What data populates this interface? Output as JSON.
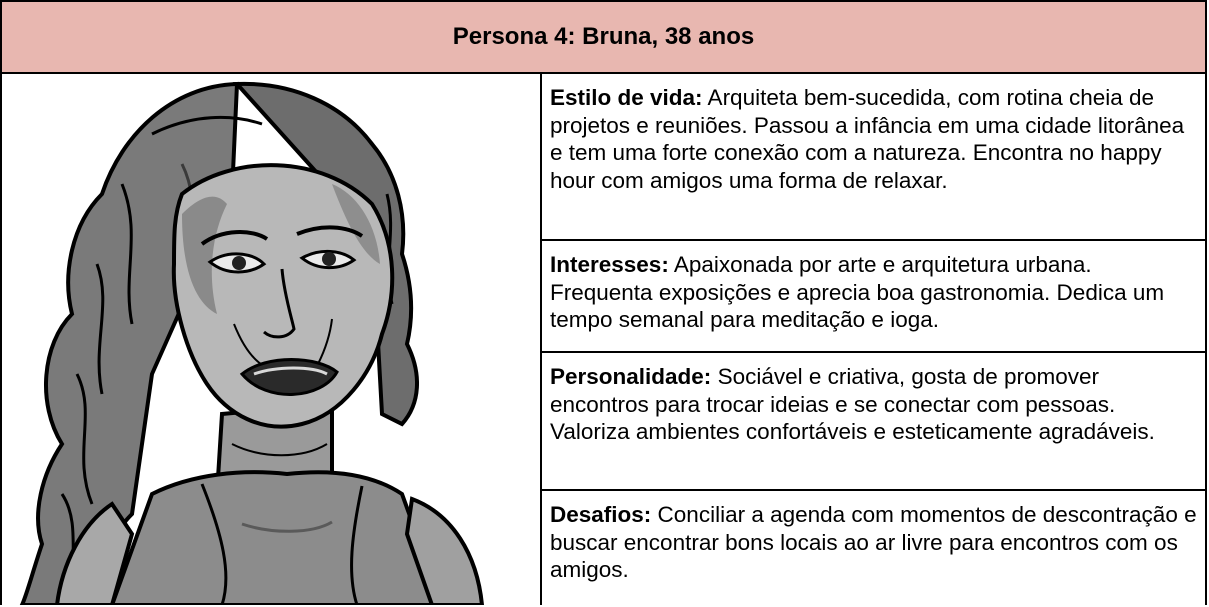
{
  "header": {
    "title": "Persona 4: Bruna, 38 anos"
  },
  "portrait": {
    "icon": "woman-portrait-illustration"
  },
  "rows": [
    {
      "label": "Estilo de vida:",
      "text": " Arquiteta bem-sucedida, com rotina cheia de projetos e reuniões. Passou a infância em uma cidade litorânea e tem uma forte conexão com a natureza. Encontra no happy hour com amigos uma forma de relaxar."
    },
    {
      "label": "Interesses:",
      "text": " Apaixonada por arte e arquitetura urbana. Frequenta exposições e aprecia boa gastronomia. Dedica um tempo semanal para meditação e ioga."
    },
    {
      "label": "Personalidade:",
      "text": " Sociável e criativa, gosta de promover encontros para trocar ideias e se conectar com pessoas. Valoriza ambientes confortáveis e esteticamente agradáveis."
    },
    {
      "label": "Desafios:",
      "text": " Conciliar a agenda com momentos de descontração e buscar encontrar bons locais ao ar livre para encontros com os amigos."
    }
  ],
  "colors": {
    "header_bg": "#e8b7b0",
    "border": "#000000"
  }
}
